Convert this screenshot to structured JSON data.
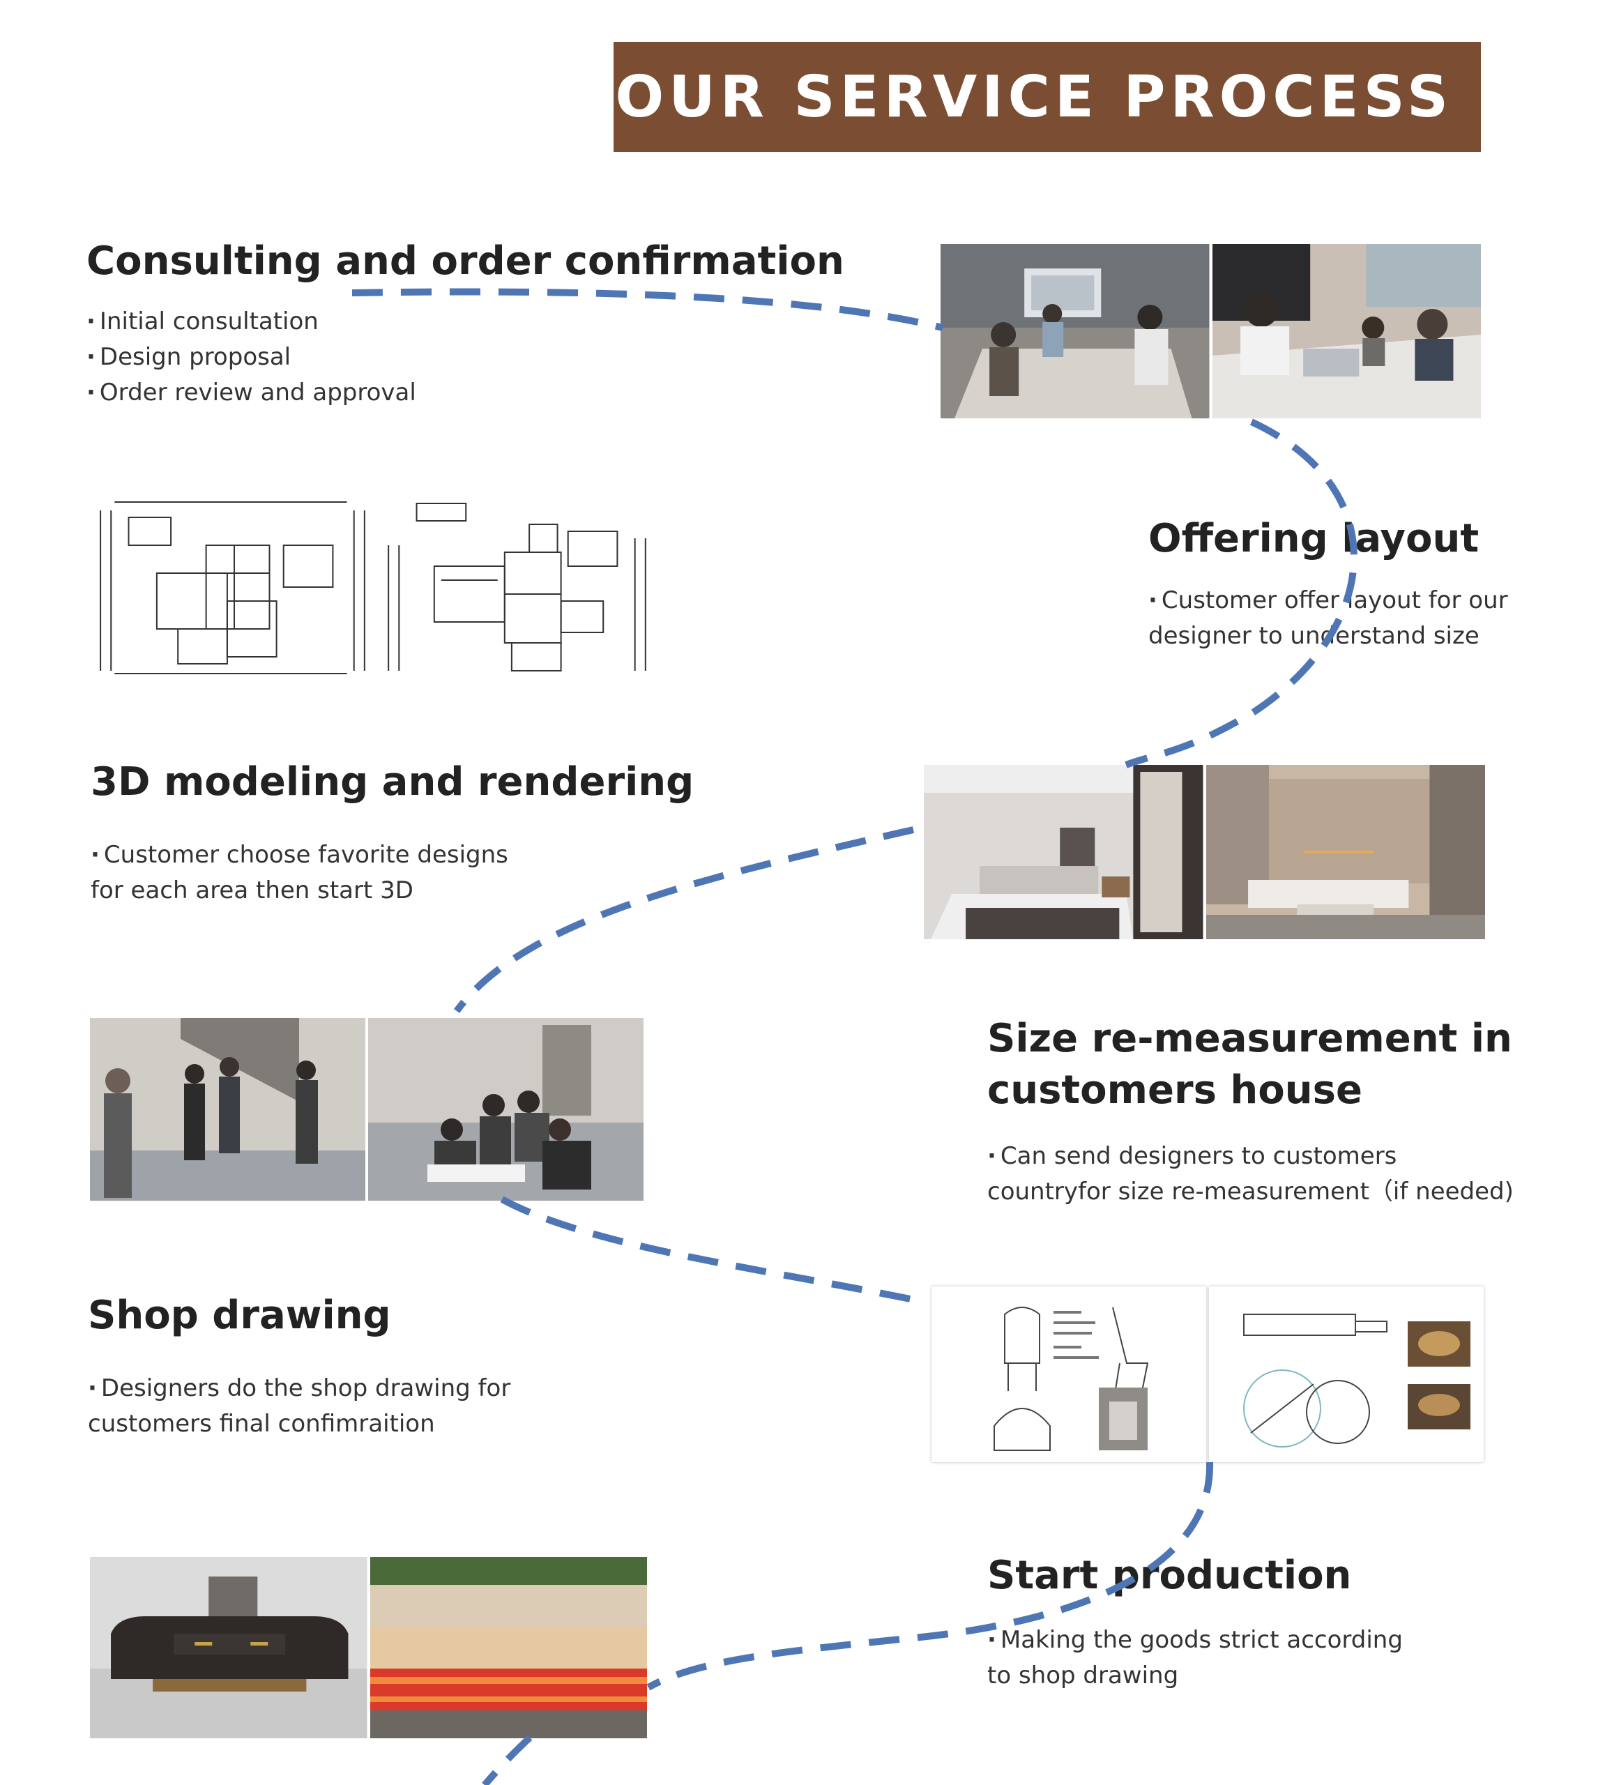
{
  "header": {
    "title": "OUR SERVICE PROCESS"
  },
  "colors": {
    "banner": "#7b4e34",
    "path": "#4f76b4",
    "title_text": "#222222",
    "body_text": "#333333"
  },
  "steps": [
    {
      "title": "Consulting and order confirmation",
      "bullets": [
        "Initial consultation",
        "Design proposal",
        "Order review and approval"
      ],
      "images": [
        "meeting-room-photo",
        "consultation-table-photo"
      ]
    },
    {
      "title": "Offering layout",
      "bullets": [
        "Customer offer layout for our",
        "designer to understand size"
      ],
      "images": [
        "floor-plan-drawing",
        "floor-plan-drawing"
      ]
    },
    {
      "title": "3D modeling and rendering",
      "bullets": [
        "Customer choose favorite designs",
        "for each area then start 3D"
      ],
      "images": [
        "bedroom-render",
        "living-room-render"
      ]
    },
    {
      "title_lines": [
        "Size re-measurement in",
        "customers house"
      ],
      "bullets": [
        "Can send designers to customers",
        "countryfor size re-measurement（if needed)"
      ],
      "images": [
        "site-visit-photo",
        "site-meeting-photo"
      ]
    },
    {
      "title": "Shop drawing",
      "bullets": [
        "Designers do the shop drawing for",
        "customers final confimraition"
      ],
      "images": [
        "chair-shop-drawing",
        "table-shop-drawing"
      ]
    },
    {
      "title": "Start production",
      "bullets": [
        "Making the goods strict according",
        "to shop drawing"
      ],
      "images": [
        "cabinet-production-photo",
        "sofa-production-photo"
      ]
    }
  ]
}
